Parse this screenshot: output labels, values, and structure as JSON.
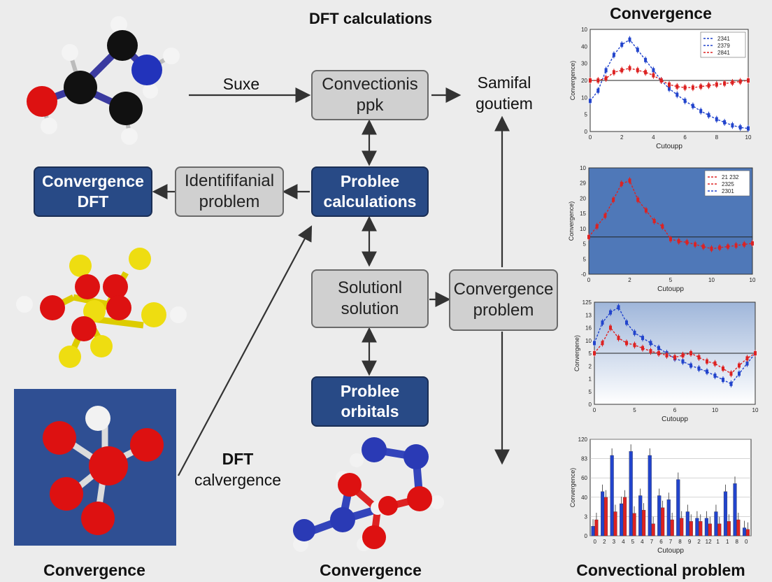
{
  "header": {
    "title": "DFT calculations",
    "chart_title": "Convergence"
  },
  "flow": {
    "input_label": "Suxe",
    "box_top": [
      "Convectionis",
      "ppk"
    ],
    "right_label": [
      "Samifal",
      "goutiem"
    ],
    "box_conv_dft": [
      "Convergence",
      "DFT"
    ],
    "box_identify": [
      "Identififanial",
      "problem"
    ],
    "box_problee_calc": [
      "Problee",
      "calculations"
    ],
    "box_solution": [
      "Solutionl",
      "solution"
    ],
    "box_conv_problem": [
      "Convergence",
      "problem"
    ],
    "box_problee_orbitals": [
      "Problee",
      "orbitals"
    ],
    "dft_label": [
      "DFT",
      "calvergence"
    ]
  },
  "captions": {
    "bottom_left": "Convergence",
    "bottom_center": "Convergence",
    "bottom_right": "Convectional problem"
  },
  "colors": {
    "blue_series": "#2244cc",
    "red_series": "#dd2222",
    "box_blue": "#284a86",
    "box_gray": "#d0d0d0"
  },
  "chart_data": [
    {
      "type": "line",
      "title": "Convergence",
      "xlabel": "Cutoupp",
      "ylabel": "Convergence)",
      "x_ticks": [
        "0",
        "2",
        "4",
        "6",
        "8",
        "10"
      ],
      "y_ticks": [
        "0",
        "5",
        "10",
        "20",
        "30",
        "40",
        "10"
      ],
      "xlim": [
        0,
        10
      ],
      "ylim": [
        0,
        10
      ],
      "legend": [
        "2341",
        "2379",
        "2841"
      ],
      "legend_position": "top-right",
      "grid": false,
      "reference_line": 5,
      "series": [
        {
          "name": "2341",
          "color": "#2244cc",
          "x": [
            0,
            0.5,
            1,
            1.5,
            2,
            2.5,
            3,
            3.5,
            4,
            4.5,
            5,
            5.5,
            6,
            6.5,
            7,
            7.5,
            8,
            8.5,
            9,
            9.5,
            10
          ],
          "y": [
            3,
            4,
            6,
            7.5,
            8.5,
            9,
            8,
            7,
            6,
            5,
            4.2,
            3.6,
            3,
            2.5,
            2,
            1.6,
            1.2,
            0.9,
            0.6,
            0.4,
            0.3
          ]
        },
        {
          "name": "2841",
          "color": "#dd2222",
          "x": [
            0,
            0.5,
            1,
            1.5,
            2,
            2.5,
            3,
            3.5,
            4,
            4.5,
            5,
            5.5,
            6,
            6.5,
            7,
            7.5,
            8,
            8.5,
            9,
            9.5,
            10
          ],
          "y": [
            5,
            5,
            5.2,
            5.8,
            6,
            6.2,
            6,
            5.8,
            5.5,
            5,
            4.6,
            4.4,
            4.3,
            4.3,
            4.4,
            4.5,
            4.6,
            4.7,
            4.8,
            4.9,
            5
          ]
        }
      ]
    },
    {
      "type": "line",
      "xlabel": "Cutoupp",
      "ylabel": "Convergence)",
      "x_ticks": [
        "0",
        "2",
        "5",
        "10",
        "10"
      ],
      "y_ticks": [
        "-0",
        "5",
        "5",
        "10",
        "15",
        "20",
        "29",
        "10"
      ],
      "xlim": [
        0,
        10
      ],
      "ylim": [
        0,
        10
      ],
      "legend": [
        "21 232",
        "2325",
        "2301"
      ],
      "legend_position": "top-right",
      "grid": false,
      "reference_line": 3.5,
      "series": [
        {
          "name": "21 232",
          "color": "#dd2222",
          "x": [
            0,
            0.5,
            1,
            1.5,
            2,
            2.5,
            3,
            3.5,
            4,
            4.5,
            5,
            5.5,
            6,
            6.5,
            7,
            7.5,
            8,
            8.5,
            9,
            9.5,
            10
          ],
          "y": [
            3.5,
            4.5,
            5.5,
            7,
            8.5,
            8.8,
            7,
            6,
            5,
            4.5,
            3.3,
            3.1,
            3,
            2.8,
            2.6,
            2.4,
            2.5,
            2.6,
            2.7,
            2.8,
            2.9
          ]
        }
      ]
    },
    {
      "type": "line",
      "xlabel": "Cutoupp",
      "ylabel": "Convergene)",
      "x_ticks": [
        "0",
        "5",
        "6",
        "10",
        "10"
      ],
      "y_ticks": [
        "0",
        "5",
        "1",
        "2",
        "5",
        "10",
        "16",
        "13",
        "125"
      ],
      "xlim": [
        0,
        10
      ],
      "ylim": [
        0,
        10
      ],
      "grid": false,
      "reference_line": 5,
      "series": [
        {
          "name": "blue",
          "color": "#2244cc",
          "x": [
            0,
            0.5,
            1,
            1.5,
            2,
            2.5,
            3,
            3.5,
            4,
            4.5,
            5,
            5.5,
            6,
            6.5,
            7,
            7.5,
            8,
            8.5,
            9,
            9.5,
            10
          ],
          "y": [
            6,
            8,
            9,
            9.5,
            8,
            7,
            6.5,
            6,
            5.5,
            5,
            4.5,
            4.2,
            3.8,
            3.5,
            3.2,
            2.8,
            2.4,
            2,
            3,
            4,
            5
          ]
        },
        {
          "name": "red",
          "color": "#dd2222",
          "x": [
            0,
            0.5,
            1,
            1.5,
            2,
            2.5,
            3,
            3.5,
            4,
            4.5,
            5,
            5.5,
            6,
            6.5,
            7,
            7.5,
            8,
            8.5,
            9,
            9.5,
            10
          ],
          "y": [
            5,
            6,
            7.5,
            6.5,
            6,
            5.8,
            5.5,
            5.2,
            5,
            4.8,
            4.6,
            4.8,
            5,
            4.6,
            4.2,
            4,
            3.5,
            3,
            3.8,
            4.5,
            5
          ]
        }
      ]
    },
    {
      "type": "bar",
      "xlabel": "Cutoupp",
      "ylabel": "Convergence)",
      "categories": [
        "0",
        "2",
        "3",
        "4",
        "5",
        "4",
        "7",
        "6",
        "7",
        "8",
        "9",
        "2",
        "12",
        "1",
        "1",
        "8",
        "0"
      ],
      "y_ticks": [
        "0",
        "3",
        "40",
        "60",
        "83",
        "120"
      ],
      "ylim": [
        0,
        120
      ],
      "grid": true,
      "series": [
        {
          "name": "blue",
          "color": "#2244cc",
          "values": [
            12,
            55,
            100,
            40,
            105,
            50,
            100,
            50,
            45,
            70,
            30,
            22,
            22,
            30,
            55,
            65,
            10
          ]
        },
        {
          "name": "red",
          "color": "#dd2222",
          "values": [
            20,
            48,
            30,
            48,
            28,
            32,
            15,
            35,
            20,
            22,
            18,
            18,
            15,
            15,
            18,
            20,
            8
          ]
        }
      ]
    }
  ]
}
